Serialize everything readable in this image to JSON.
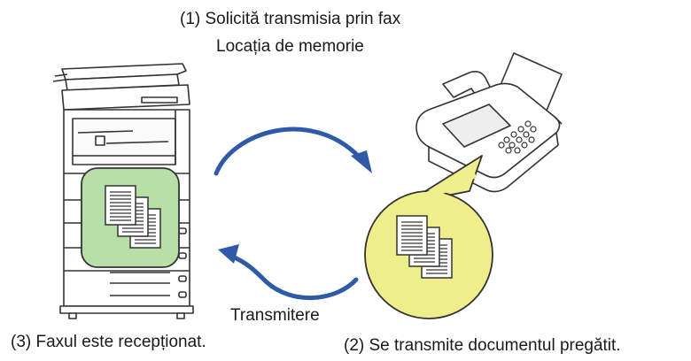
{
  "labels": {
    "step1_line1": "(1) Solicită transmisia prin fax",
    "step1_line2": "Locația de memorie",
    "transmission": "Transmitere",
    "step3": "(3) Faxul este recepționat.",
    "step2": "(2) Se transmite documentul pregătit."
  },
  "colors": {
    "arrow_blue": "#2f5aa8",
    "memory_box_green": "#b9dfa9",
    "bubble_yellow": "#eeee8a",
    "device_outline": "#333333"
  },
  "icons": {
    "copier": "multifunction-printer-icon",
    "fax": "fax-machine-icon",
    "documents": "document-stack-icon"
  }
}
